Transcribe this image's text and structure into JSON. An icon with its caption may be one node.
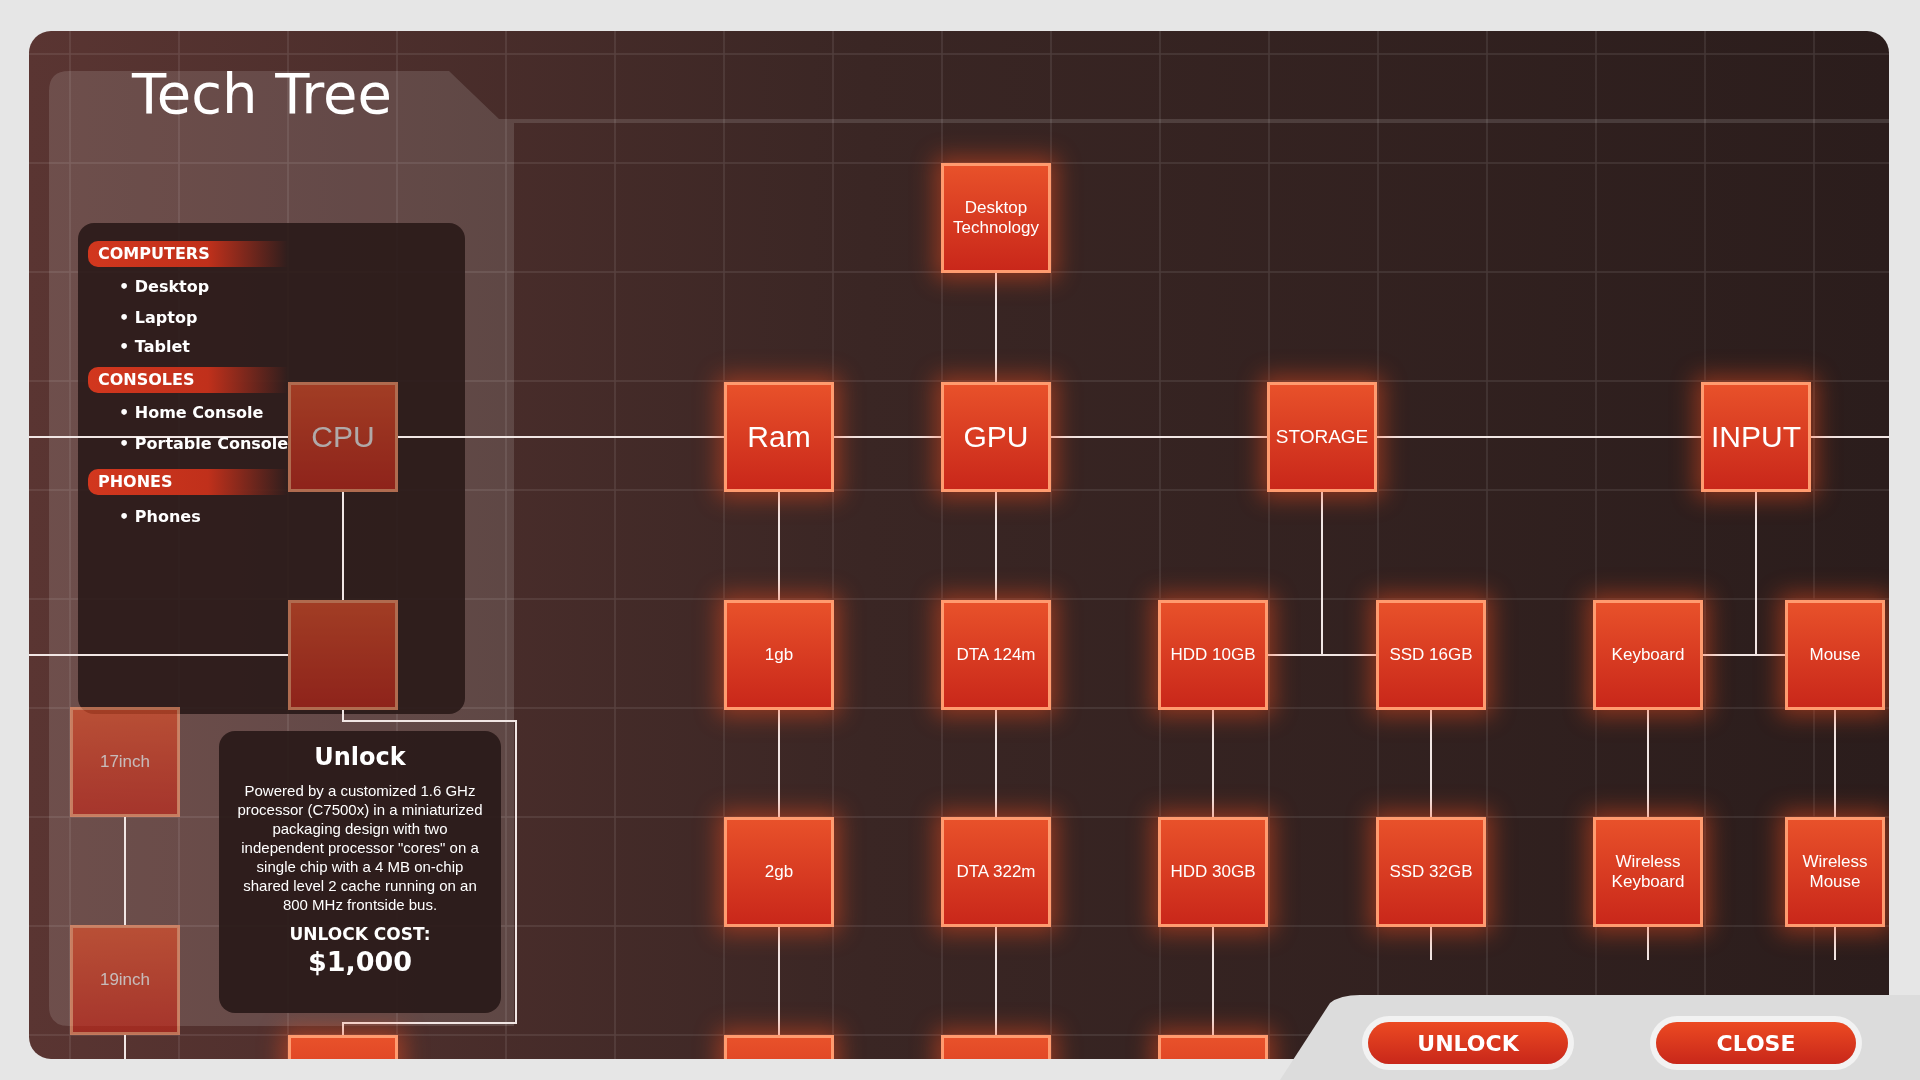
{
  "diagram": {
    "title": "Tech Tree",
    "nodes": [
      {
        "text": [
          "Desktop Technology"
        ]
      },
      {
        "text": [
          "CPU"
        ]
      },
      {
        "text": [
          "Ram"
        ]
      },
      {
        "text": [
          "GPU"
        ]
      },
      {
        "text": [
          "STORAGE"
        ]
      },
      {
        "text": [
          "INPUT"
        ]
      },
      {
        "text": [],
        "shape": "box"
      },
      {
        "text": [
          "1gb"
        ]
      },
      {
        "text": [
          "DTA 124m"
        ]
      },
      {
        "text": [
          "HDD 10GB"
        ]
      },
      {
        "text": [
          "SSD 16GB"
        ]
      },
      {
        "text": [
          "Keyboard"
        ]
      },
      {
        "text": [
          "Mouse"
        ]
      },
      {
        "text": [
          "17inch"
        ]
      },
      {
        "text": [
          "2gb"
        ]
      },
      {
        "text": [
          "DTA 322m"
        ]
      },
      {
        "text": [
          "HDD 30GB"
        ]
      },
      {
        "text": [
          "SSD 32GB"
        ]
      },
      {
        "text": [
          "Wireless Keyboard"
        ]
      },
      {
        "text": [
          "Wireless Mouse"
        ]
      },
      {
        "text": [
          "19inch"
        ]
      },
      {
        "text": [],
        "shape": "box"
      },
      {
        "text": [],
        "shape": "box"
      },
      {
        "text": [],
        "shape": "box"
      },
      {
        "text": [],
        "shape": "box"
      },
      {
        "text": [
          "COMPUTERS"
        ]
      },
      {
        "text": [
          "CONSOLES"
        ]
      },
      {
        "text": [
          "PHONES"
        ]
      },
      {
        "text": [
          "Unlock",
          "Powered by a customized 1.6 GHz processor (C7500x) in a miniaturized packaging design with two independent processor \"cores\" on a single chip with a 4 MB on-chip shared level 2 cache running on an 800 MHz frontside bus.",
          "UNLOCK COST:",
          "$1,000"
        ]
      }
    ],
    "edges": [
      {
        "from": 0,
        "to": 3,
        "arrow": "none"
      },
      {
        "from": null,
        "to": 1,
        "arrow": "none"
      },
      {
        "from": 1,
        "to": 2,
        "arrow": "none"
      },
      {
        "from": 2,
        "to": 3,
        "arrow": "none"
      },
      {
        "from": 3,
        "to": 4,
        "arrow": "none"
      },
      {
        "from": 4,
        "to": 5,
        "arrow": "none"
      },
      {
        "from": 5,
        "to": null,
        "arrow": "none"
      },
      {
        "from": 1,
        "to": 6,
        "arrow": "none"
      },
      {
        "from": null,
        "to": 6,
        "arrow": "none"
      },
      {
        "from": 2,
        "to": 7,
        "arrow": "none"
      },
      {
        "from": 3,
        "to": 8,
        "arrow": "none"
      },
      {
        "from": 4,
        "to": 9,
        "arrow": "none"
      },
      {
        "from": 4,
        "to": 10,
        "arrow": "none"
      },
      {
        "from": 5,
        "to": 11,
        "arrow": "none"
      },
      {
        "from": 5,
        "to": 12,
        "arrow": "none"
      },
      {
        "from": 13,
        "to": 20,
        "arrow": "none"
      },
      {
        "from": 7,
        "to": 14,
        "arrow": "none"
      },
      {
        "from": 8,
        "to": 15,
        "arrow": "none"
      },
      {
        "from": 9,
        "to": 16,
        "arrow": "none"
      },
      {
        "from": 10,
        "to": 17,
        "arrow": "none"
      },
      {
        "from": 11,
        "to": 18,
        "arrow": "none"
      },
      {
        "from": 12,
        "to": 19,
        "arrow": "none"
      },
      {
        "from": 6,
        "to": 21,
        "arrow": "none"
      },
      {
        "from": 14,
        "to": 22,
        "arrow": "none"
      },
      {
        "from": 15,
        "to": 23,
        "arrow": "none"
      },
      {
        "from": 16,
        "to": 24,
        "arrow": "none"
      },
      {
        "from": 17,
        "to": null,
        "arrow": "none"
      },
      {
        "from": 18,
        "to": null,
        "arrow": "none"
      },
      {
        "from": 19,
        "to": null,
        "arrow": "none"
      },
      {
        "from": 20,
        "to": null,
        "arrow": "none"
      }
    ],
    "labels": [
      "• Desktop",
      "• Laptop",
      "• Tablet",
      "• Home Console",
      "• Portable Console",
      "• Phones",
      "UNLOCK",
      "CLOSE"
    ]
  }
}
